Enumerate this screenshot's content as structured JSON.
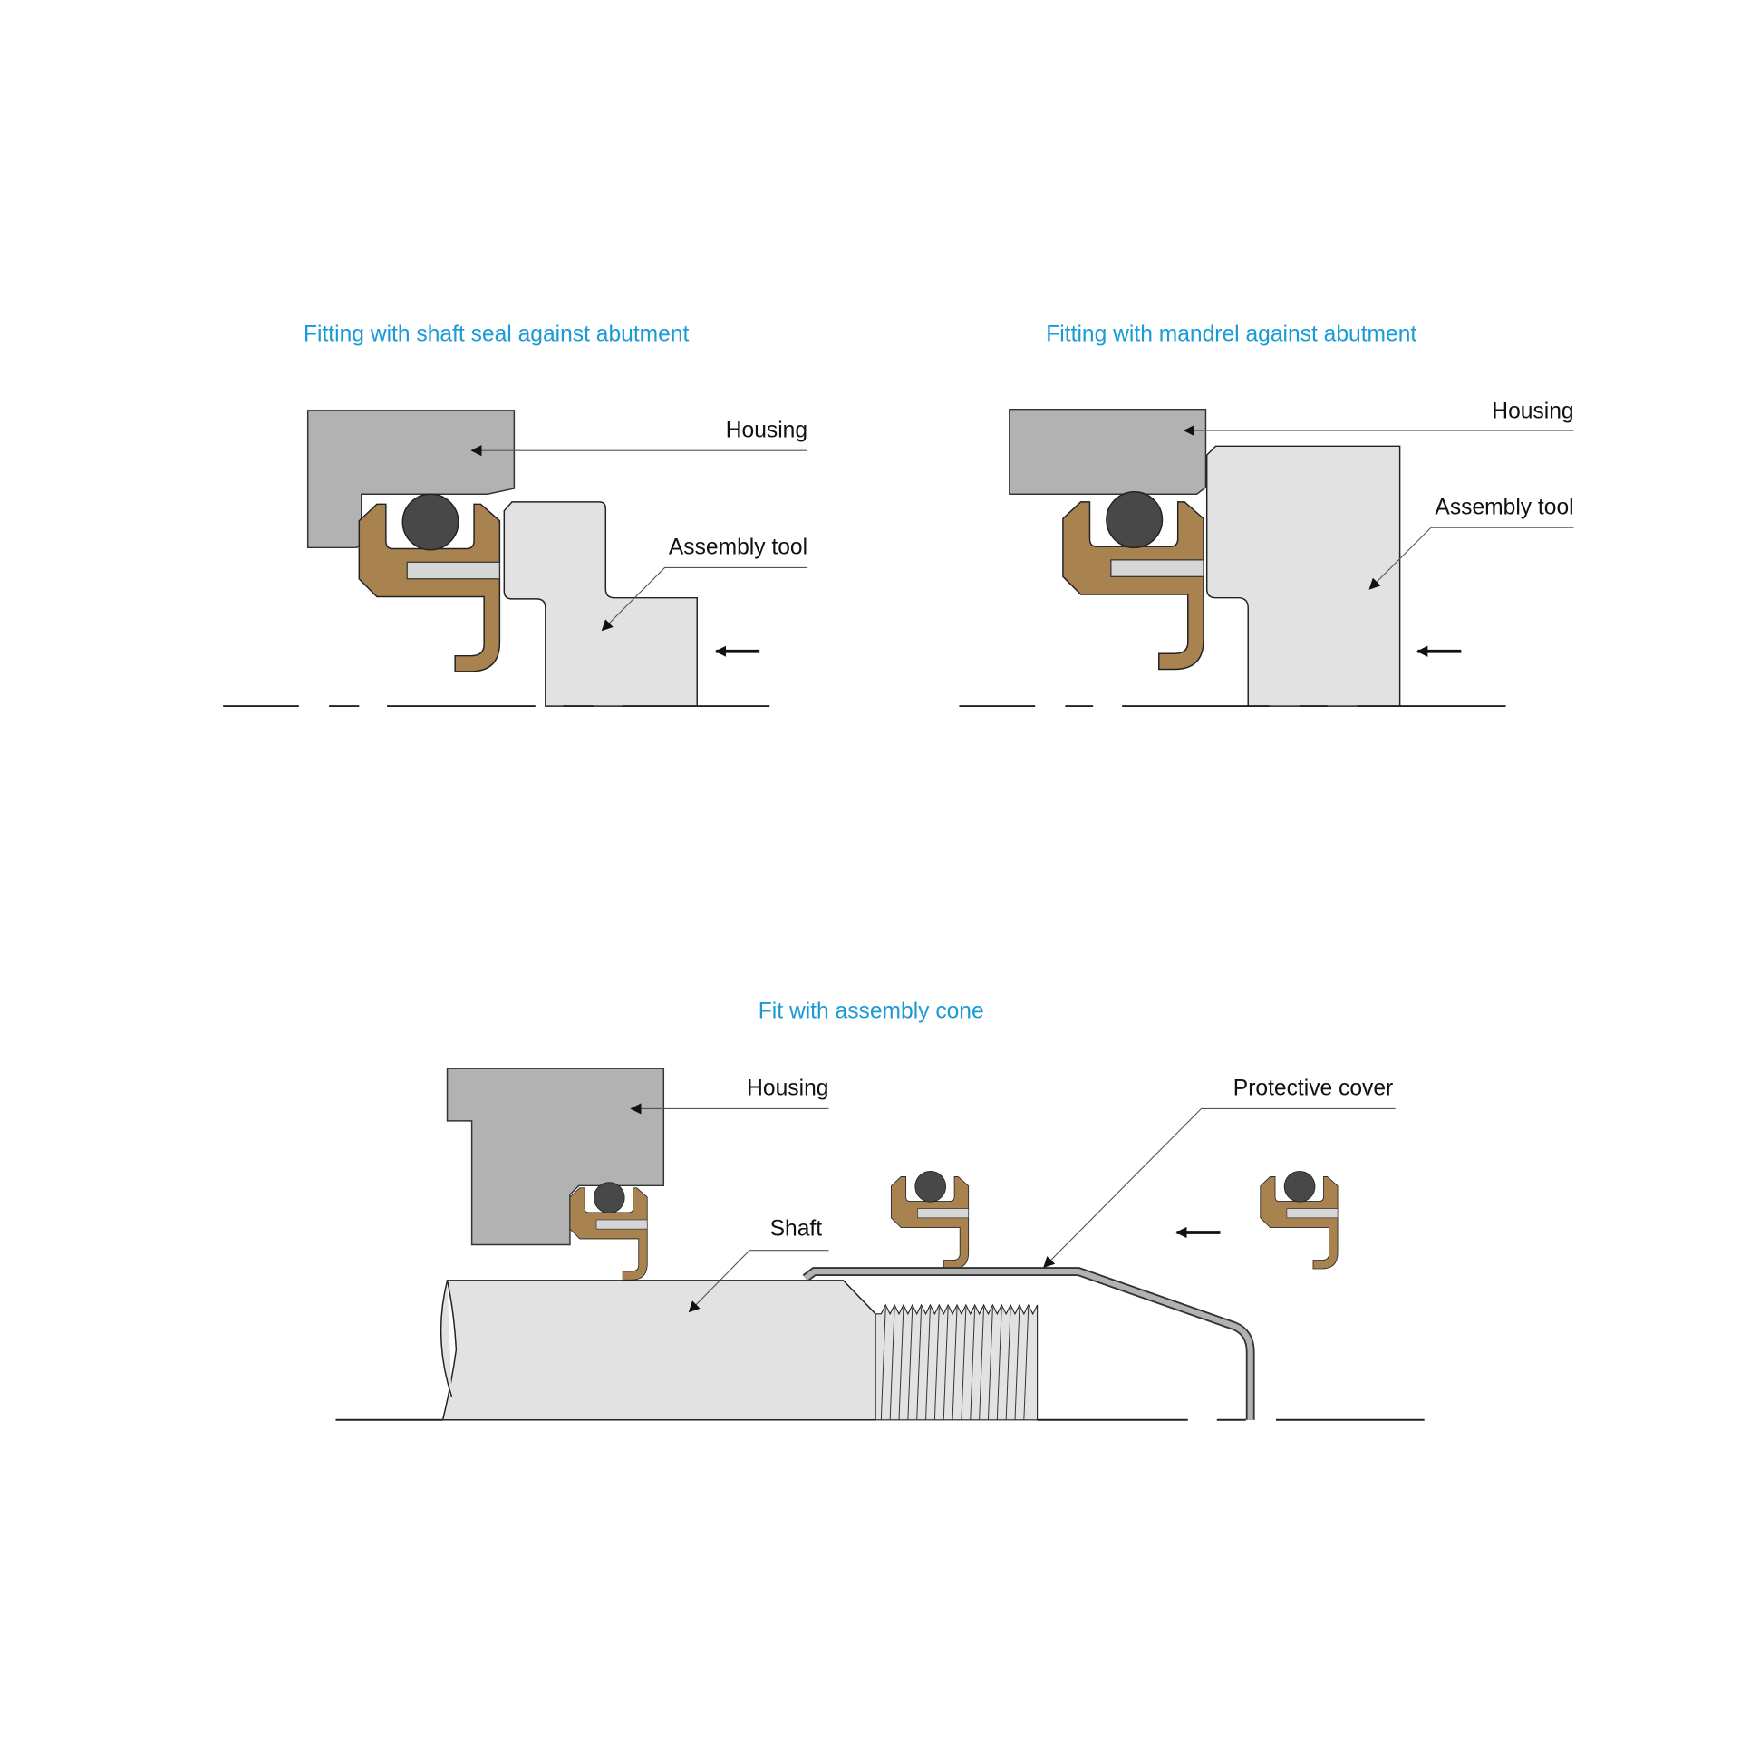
{
  "panels": [
    {
      "title": "Fitting with shaft seal against abutment",
      "labels": {
        "housing": "Housing",
        "tool": "Assembly tool"
      }
    },
    {
      "title": "Fitting with mandrel against abutment",
      "labels": {
        "housing": "Housing",
        "tool": "Assembly tool"
      }
    },
    {
      "title": "Fit with assembly cone",
      "labels": {
        "housing": "Housing",
        "cover": "Protective cover",
        "shaft": "Shaft"
      }
    }
  ],
  "colors": {
    "title": "#1a9ad7",
    "housing": "#b1b2b1",
    "tool": "#e2e2e2",
    "seal": "#a88350",
    "oring": "#484848"
  }
}
